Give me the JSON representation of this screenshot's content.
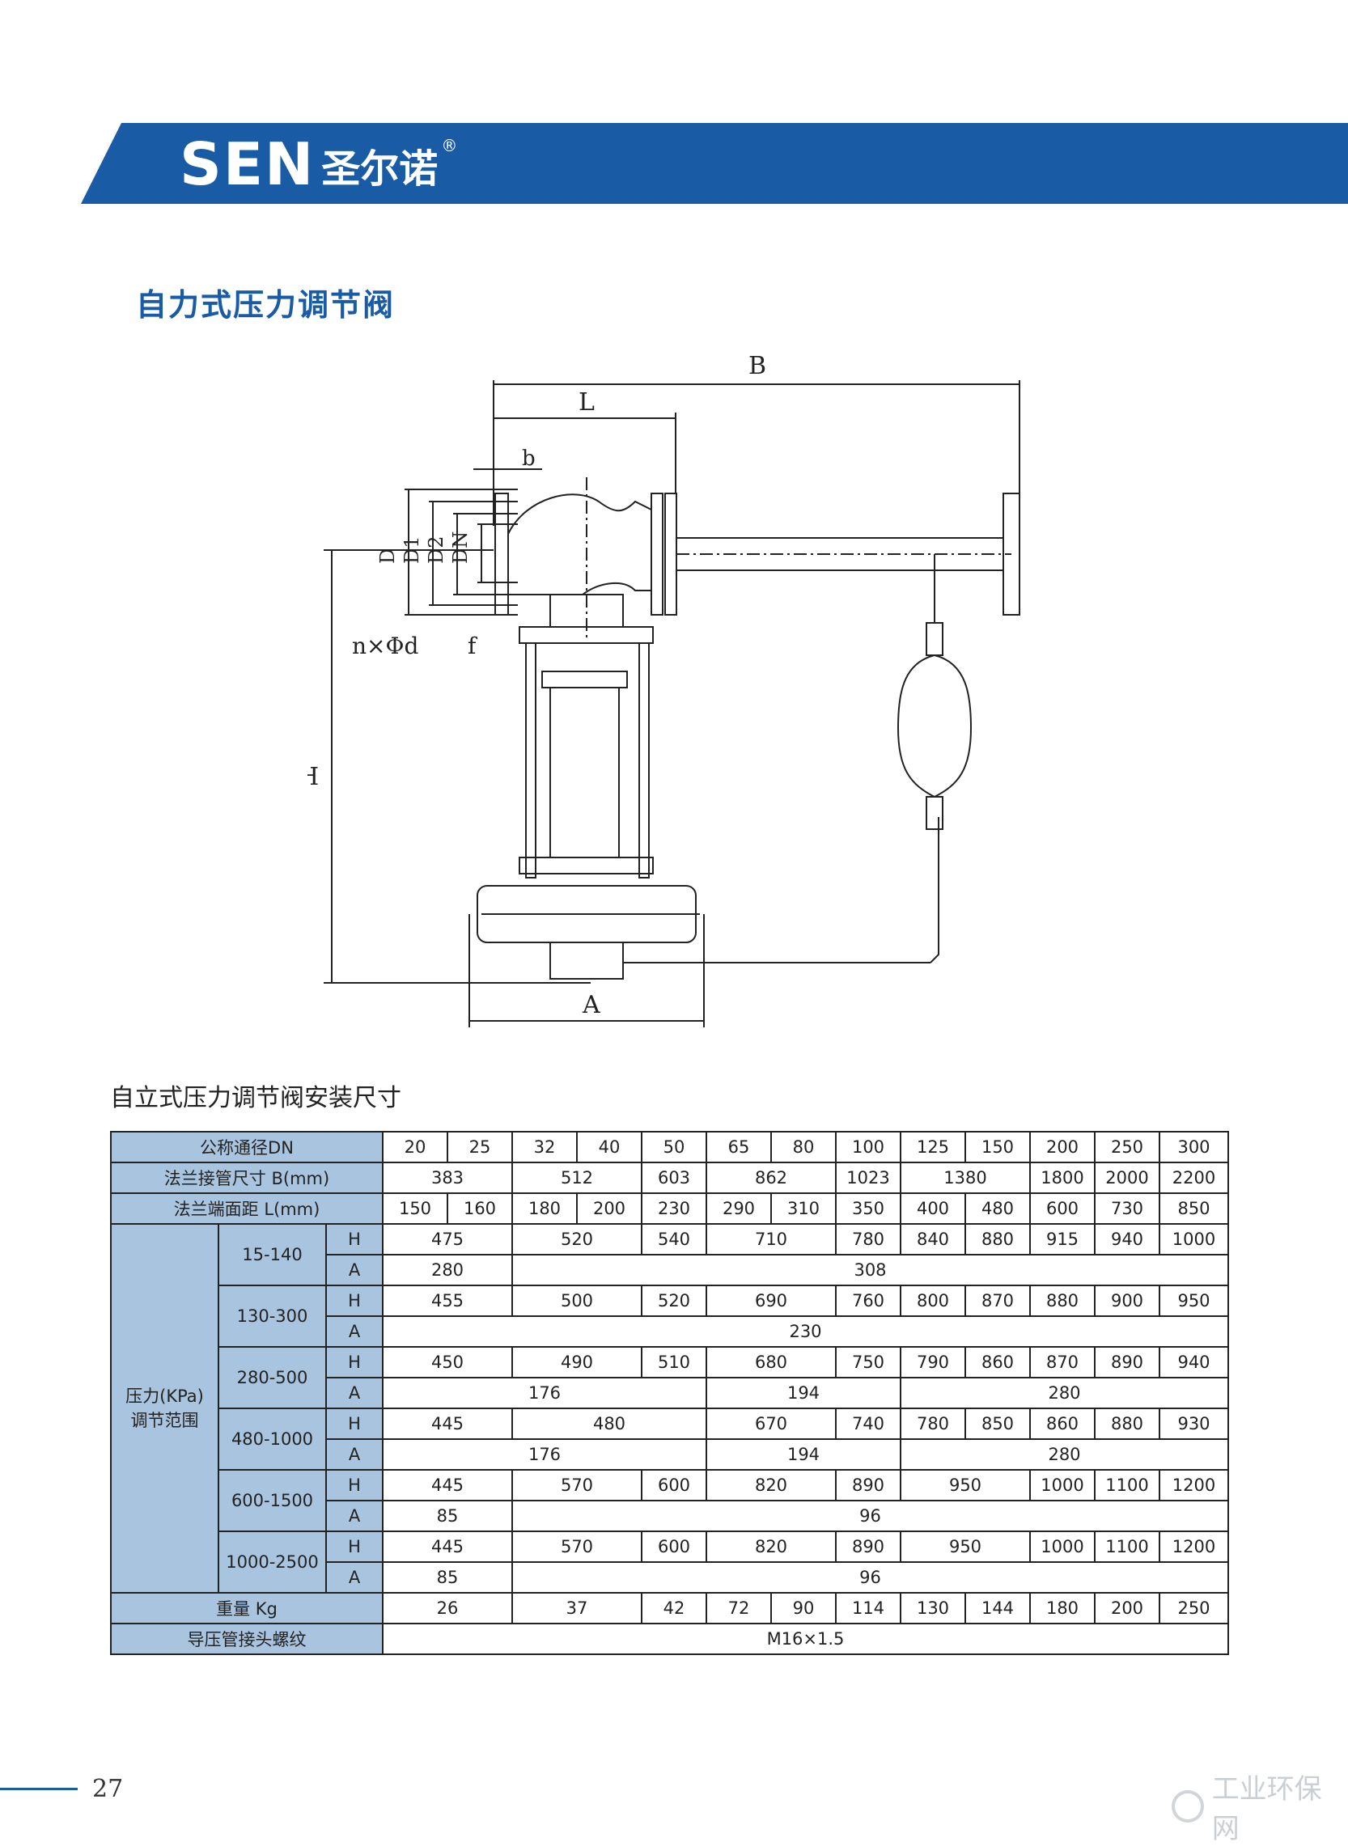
{
  "header": {
    "logo_brand": "SEN",
    "logo_chinese": "圣尔诺",
    "logo_registered": "®",
    "accent_color": "#1a5ba6"
  },
  "page_title": "自力式压力调节阀",
  "drawing": {
    "icon": "valve-dimension-drawing",
    "labels": {
      "B": "B",
      "L": "L",
      "b": "b",
      "D": "D",
      "D1": "D1",
      "D2": "D2",
      "DN": "DN",
      "bolts": "n×Φd",
      "f": "f",
      "H": "H",
      "A": "A"
    }
  },
  "table": {
    "caption": "自立式压力调节阀安装尺寸",
    "header_color": "#a9c4de",
    "dn_label": "公称通径DN",
    "dn_values": [
      "20",
      "25",
      "32",
      "40",
      "50",
      "65",
      "80",
      "100",
      "125",
      "150",
      "200",
      "250",
      "300"
    ],
    "b_label": "法兰接管尺寸 B(mm)",
    "b_values": [
      "383",
      "512",
      "603",
      "862",
      "1023",
      "1380",
      "1800",
      "2000",
      "2200"
    ],
    "l_label": "法兰端面距 L(mm)",
    "l_values": [
      "150",
      "160",
      "180",
      "200",
      "230",
      "290",
      "310",
      "350",
      "400",
      "480",
      "600",
      "730",
      "850"
    ],
    "pressure_label_1": "压力(KPa)",
    "pressure_label_2": "调节范围",
    "H": "H",
    "A": "A",
    "ranges": [
      {
        "range": "15-140",
        "h": [
          "475",
          "520",
          "540",
          "710",
          "780",
          "840",
          "880",
          "915",
          "940",
          "1000"
        ],
        "a": [
          "280",
          "308"
        ]
      },
      {
        "range": "130-300",
        "h": [
          "455",
          "500",
          "520",
          "690",
          "760",
          "800",
          "870",
          "880",
          "900",
          "950"
        ],
        "a": [
          "230"
        ]
      },
      {
        "range": "280-500",
        "h": [
          "450",
          "490",
          "510",
          "680",
          "750",
          "790",
          "860",
          "870",
          "890",
          "940"
        ],
        "a": [
          "176",
          "194",
          "280"
        ]
      },
      {
        "range": "480-1000",
        "h": [
          "445",
          "480",
          "670",
          "740",
          "780",
          "850",
          "860",
          "880",
          "930"
        ],
        "a": [
          "176",
          "194",
          "280"
        ]
      },
      {
        "range": "600-1500",
        "h": [
          "445",
          "570",
          "600",
          "820",
          "890",
          "950",
          "1000",
          "1100",
          "1200"
        ],
        "a": [
          "85",
          "96"
        ]
      },
      {
        "range": "1000-2500",
        "h": [
          "445",
          "570",
          "600",
          "820",
          "890",
          "950",
          "1000",
          "1100",
          "1200"
        ],
        "a": [
          "85",
          "96"
        ]
      }
    ],
    "weight_label": "重量 Kg",
    "weight_values": [
      "26",
      "37",
      "42",
      "72",
      "90",
      "114",
      "130",
      "144",
      "180",
      "200",
      "250"
    ],
    "thread_label": "导压管接头螺纹",
    "thread_value": "M16×1.5"
  },
  "footer": {
    "page_number": "27",
    "watermark": "工业环保网"
  }
}
